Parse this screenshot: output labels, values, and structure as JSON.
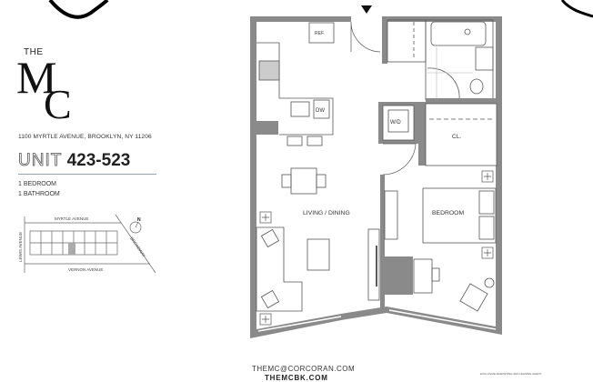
{
  "brand": {
    "prefix": "THE",
    "logo_letters": "MC"
  },
  "address": "1100 MYRTLE AVENUE, BROOKLYN, NY 11206",
  "unit": {
    "label": "UNIT",
    "number": "423-523"
  },
  "specs": [
    "1 BEDROOM",
    "1 BATHROOM"
  ],
  "key_map": {
    "streets": {
      "north": "MYRTLE AVENUE",
      "south": "VERNON AVENUE",
      "west": "LEWIS AVENUE",
      "east": "BROADWAY"
    },
    "compass": "N"
  },
  "plan": {
    "rooms": {
      "living": "LIVING / DINING",
      "bedroom": "BEDROOM",
      "closet": "CL.",
      "washer_dryer": "W/D",
      "dishwasher": "DW",
      "refrigerator": "REF."
    },
    "wall_color": "#8a8a8a"
  },
  "footer": {
    "email": "THEMC@CORCORAN.COM",
    "website": "THEMCBK.COM",
    "agent_note": "EXCLUSIVE MARKETING AND LEASING AGENT"
  }
}
